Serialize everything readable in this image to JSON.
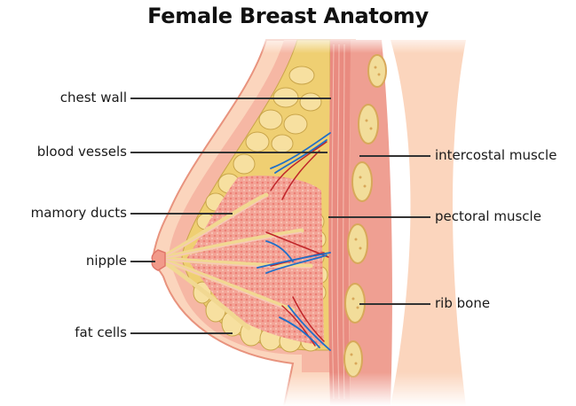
{
  "title": "Female Breast Anatomy",
  "colors": {
    "skin": "#fbd5bd",
    "skin_edge": "#e8937e",
    "fat": "#efcf72",
    "fat_light": "#f7e6a8",
    "fat_edge": "#c9a54a",
    "gland": "#f3a497",
    "gland_dots": "#ec7f76",
    "muscle": "#e98b80",
    "muscle_dark": "#d7665e",
    "bone": "#f2dd9a",
    "bone_edge": "#d8a85a",
    "artery": "#c0262a",
    "vein": "#1f6fc9",
    "leader_line": "#333333",
    "text": "#1a1a1a"
  },
  "labels_left": [
    {
      "id": "chest-wall",
      "text": "chest wall"
    },
    {
      "id": "blood-vessels",
      "text": "blood vessels"
    },
    {
      "id": "mamory-ducts",
      "text": "mamory ducts"
    },
    {
      "id": "nipple",
      "text": "nipple"
    },
    {
      "id": "fat-cells",
      "text": "fat cells"
    }
  ],
  "labels_right": [
    {
      "id": "intercostal-muscle",
      "text": "intercostal muscle"
    },
    {
      "id": "pectoral-muscle",
      "text": "pectoral muscle"
    },
    {
      "id": "rib-bone",
      "text": "rib bone"
    }
  ]
}
